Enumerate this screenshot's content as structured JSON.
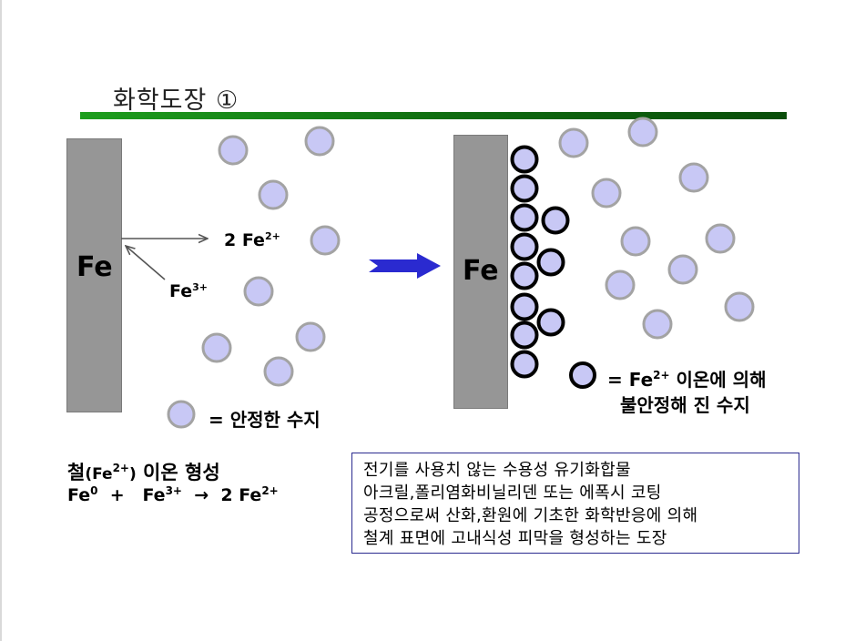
{
  "title": "화학도장 ①",
  "left_panel": {
    "plate_label": "Fe",
    "arrow_out_label": {
      "coef": "2 Fe",
      "charge": "2+"
    },
    "arrow_in_label": {
      "symbol": "Fe",
      "charge": "3+"
    },
    "legend_text": "= 안정한 수지"
  },
  "right_panel": {
    "plate_label": "Fe",
    "legend_prefix": "= Fe",
    "legend_charge": "2+",
    "legend_suffix": " 이온에 의해",
    "legend_line2": "불안정해 진 수지"
  },
  "bottom": {
    "heading_prefix": "철",
    "heading_paren_open": "(Fe",
    "heading_charge": "2+",
    "heading_paren_close": ")",
    "heading_suffix": " 이온 형성",
    "equation": {
      "t1": "Fe",
      "s1": "0",
      "op": "  +   ",
      "t2": "Fe",
      "s2": "3+",
      "arrow": "  →  ",
      "t3": "2 Fe",
      "s3": "2+"
    }
  },
  "description": [
    "전기를 사용치 않는 수용성 유기화합물",
    "아크릴,폴리염화비닐리덴 또는 에폭시 코팅",
    "공정으로써 산화,환원에 기초한 화학반응에 의해",
    "철계 표면에 고내식성 피막을 형성하는 도장"
  ],
  "colors": {
    "plate": "#969696",
    "stable_resin_fill": "#c8c8f5",
    "stable_resin_stroke": "#a3a3a3",
    "unstable_resin_stroke": "#000000",
    "unstable_resin_fill": "#c8c8f5",
    "process_arrow": "#2a2ad0",
    "title_rule": "#137a13",
    "desc_border": "#2b2b8f"
  },
  "icons": {
    "process_arrow": "arrow-right-icon",
    "reaction_arrow": "arrow-right-icon"
  }
}
